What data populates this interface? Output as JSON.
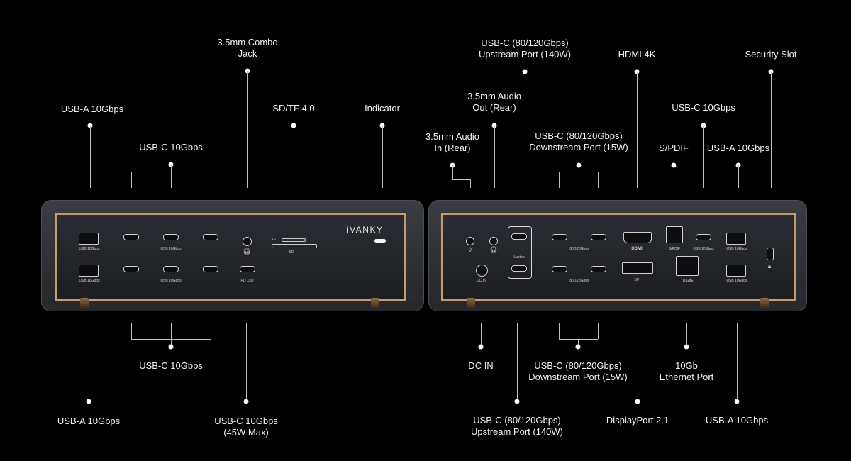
{
  "left_dock": {
    "brand": "iVANKY",
    "labels": {
      "usb_a_top": "USB-A 10Gbps",
      "usb_c_top": "USB-C 10Gbps",
      "combo_jack": "3.5mm Combo\nJack",
      "sd_tf": "SD/TF 4.0",
      "indicator": "Indicator",
      "usb_a_bottom": "USB-A 10Gbps",
      "usb_c_bottom": "USB-C 10Gbps",
      "usb_c_pd": "USB-C 10Gbps\n(45W Max)"
    },
    "port_text": {
      "usb10": "USB 10Gbps",
      "tf": "TF",
      "sd": "SD",
      "pd_out": "PD OUT"
    }
  },
  "right_dock": {
    "labels": {
      "audio_in": "3.5mm Audio\nIn (Rear)",
      "audio_out": "3.5mm Audio\nOut (Rear)",
      "usb_c_up_top": "USB-C (80/120Gbps)\nUpstream Port (140W)",
      "usb_c_down_top": "USB-C (80/120Gbps)\nDownstream Port (15W)",
      "hdmi": "HDMI 4K",
      "spdif": "S/PDIF",
      "usb_c_10": "USB-C 10Gbps",
      "usb_a_top": "USB-A 10Gbps",
      "security": "Security Slot",
      "dc_in": "DC IN",
      "usb_c_up_bottom": "USB-C (80/120Gbps)\nUpstream Port (140W)",
      "usb_c_down_bottom": "USB-C (80/120Gbps)\nDownstream Port (15W)",
      "displayport": "DisplayPort 2.1",
      "ethernet": "10Gb\nEthernet Port",
      "usb_a_bottom": "USB-A 10Gbps"
    },
    "port_text": {
      "laptop": "Laptop",
      "dc_in": "DC IN",
      "tb": "80/120Gbps",
      "hdmi": "HDMI",
      "dp": "DP",
      "spdif": "S/PDIF",
      "usb10": "USB 10Gbps",
      "lan": "10GbE"
    }
  }
}
